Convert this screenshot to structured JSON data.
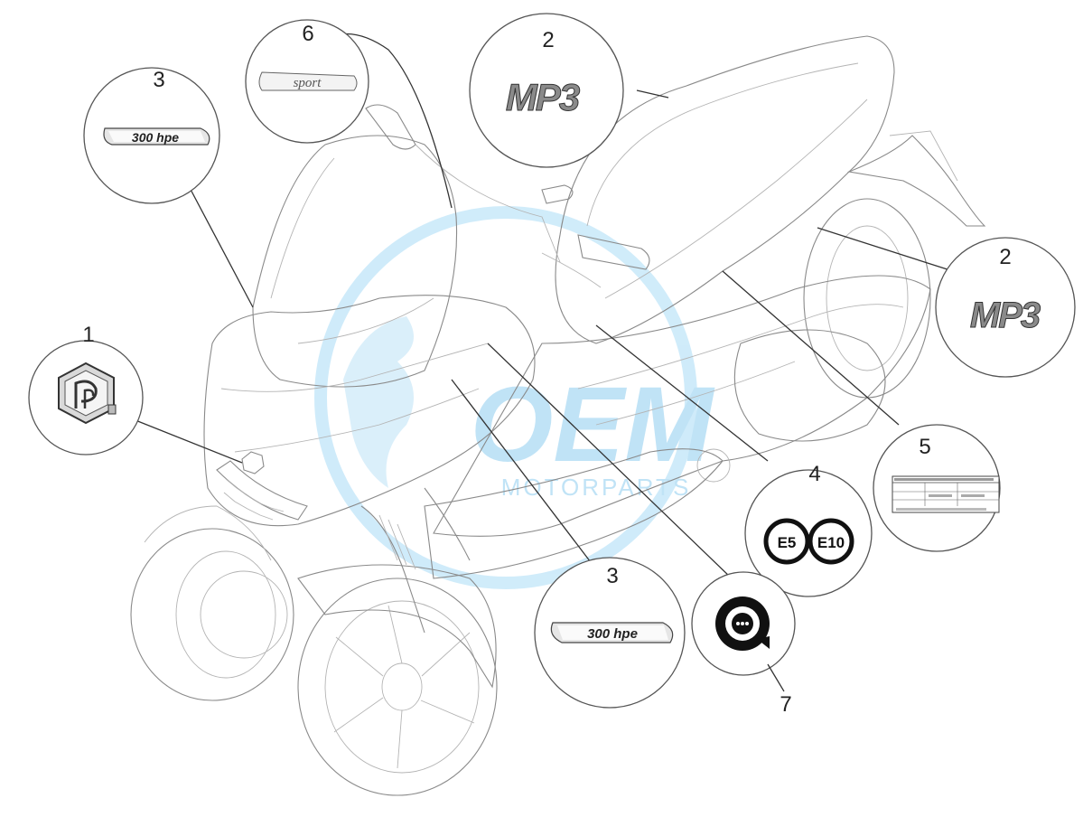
{
  "diagram": {
    "watermark": {
      "brand": "OEM",
      "subtitle": "MOTORPARTS"
    },
    "callouts": [
      {
        "number": "1",
        "part": "piaggio-emblem"
      },
      {
        "number": "2",
        "part": "mp3-badge-front",
        "badge_text": "MP3"
      },
      {
        "number": "2",
        "part": "mp3-badge-side",
        "badge_text": "MP3"
      },
      {
        "number": "3",
        "part": "300-hpe-decal-top",
        "badge_text": "300 hpe"
      },
      {
        "number": "3",
        "part": "300-hpe-decal-bottom",
        "badge_text": "300 hpe"
      },
      {
        "number": "4",
        "part": "fuel-label",
        "badges": [
          "E5",
          "E10"
        ]
      },
      {
        "number": "5",
        "part": "tyre-pressure-label"
      },
      {
        "number": "6",
        "part": "sport-decal",
        "badge_text": "sport"
      },
      {
        "number": "7",
        "part": "round-info-label"
      }
    ]
  }
}
